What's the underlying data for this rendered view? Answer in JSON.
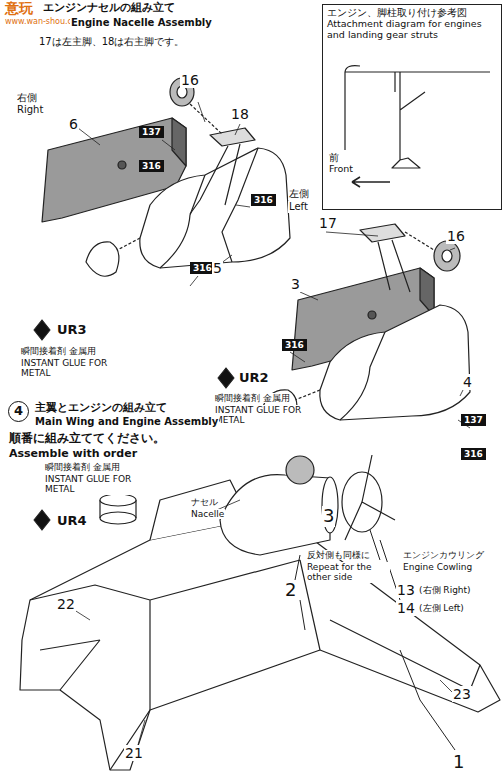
{
  "diagram": {
    "nodes": [
      {
        "text": [
          "エンジン、脚柱取り付け参考図 Attachment diagram for engines and landing gear struts",
          "前 Front"
        ]
      },
      {
        "text": [
          "137"
        ]
      },
      {
        "text": [
          "316"
        ]
      },
      {
        "text": [
          "316"
        ]
      },
      {
        "text": [
          "316"
        ]
      },
      {
        "text": [
          "316"
        ]
      },
      {
        "text": [
          "137"
        ]
      },
      {
        "text": [
          "316"
        ]
      },
      {
        "text": [
          "4"
        ]
      }
    ],
    "labels": [
      "意玩",
      "www.wan-shou.com",
      "エンジンナセルの組み立て",
      "Engine Nacelle Assembly",
      "17は左主脚、18は右主脚です。",
      "右側",
      "Right",
      "6",
      "16",
      "18",
      "5",
      "UR3",
      "瞬間接着剤 金属用",
      "INSTANT GLUE FOR METAL",
      "左側",
      "Left",
      "17",
      "16",
      "3",
      "4",
      "UR2",
      "瞬間接着剤 金属用",
      "INSTANT GLUE FOR METAL",
      "主翼とエンジンの組み立て",
      "Main Wing and Engine Assembly",
      "順番に組み立ててください。",
      "Assemble with order",
      "瞬間接着剤 金属用",
      "INSTANT GLUE FOR METAL",
      "UR4",
      "ナセル",
      "Nacelle",
      "3",
      "2",
      "1",
      "反対側も同様に",
      "Repeat for the other side",
      "エンジンカウリング",
      "Engine Cowling",
      "13",
      "(右側 Right)",
      "14",
      "(左側 Left)",
      "22",
      "21",
      "23"
    ]
  }
}
